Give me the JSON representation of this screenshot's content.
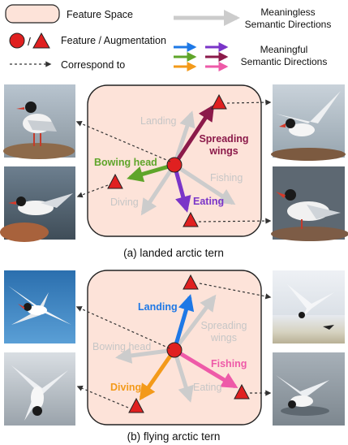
{
  "legend": {
    "feature_space": "Feature Space",
    "feature_augmentation": "Feature / Augmentation",
    "correspond_to": "Correspond to",
    "meaningless_1": "Meaningless",
    "meaningless_2": "Semantic Directions",
    "meaningful_1": "Meaningful",
    "meaningful_2": "Semantic Directions"
  },
  "panel_a": {
    "caption": "(a) landed arctic tern",
    "labels": {
      "landing": "Landing",
      "spreading_1": "Spreading",
      "spreading_2": "wings",
      "bowing": "Bowing head",
      "fishing": "Fishing",
      "diving": "Diving",
      "eating": "Eating"
    }
  },
  "panel_b": {
    "caption": "(b) flying arctic tern",
    "labels": {
      "landing": "Landing",
      "spreading_1": "Spreading",
      "spreading_2": "wings",
      "bowing": "Bowing head",
      "fishing": "Fishing",
      "diving": "Diving",
      "eating": "Eating"
    }
  },
  "colors": {
    "feature_space_fill": "#fde3d9",
    "feature_red": "#e02020",
    "gray_arrow": "#cccccc",
    "gray_text": "#c6c6c6",
    "spreading": "#8b1a4a",
    "bowing": "#5fa52a",
    "eating": "#7a35c8",
    "landing": "#1e78e6",
    "fishing": "#ee5aa8",
    "diving": "#f39a1a"
  }
}
